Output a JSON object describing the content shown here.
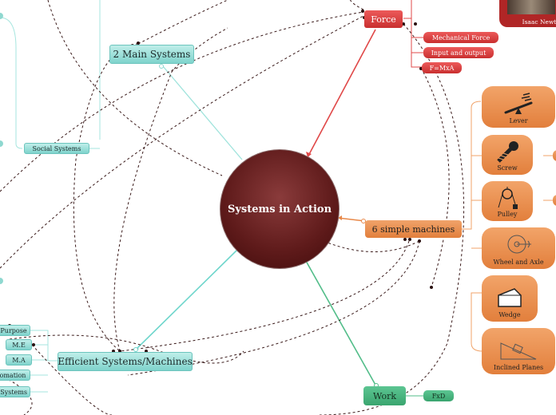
{
  "center": {
    "title": "Systems in Action"
  },
  "teal_nodes": {
    "main_systems": "2 Main Systems",
    "social_systems": "Social Systems",
    "efficient": "Efficient Systems/Machines",
    "purpose": "Purpose",
    "me": "M.E",
    "ma": "M.A",
    "automation": "omation",
    "systems": "'Systems"
  },
  "force": {
    "label": "Force",
    "children": [
      "Mechanical Force",
      "Input and output",
      "F=MxA"
    ],
    "photo_caption": "Isaac Newt"
  },
  "six_machines": {
    "label": "6 simple machines",
    "items": [
      {
        "label": "Lever",
        "icon": "lever-icon"
      },
      {
        "label": "Screw",
        "icon": "screw-icon"
      },
      {
        "label": "Pulley",
        "icon": "pulley-icon"
      },
      {
        "label": "Wheel and Axle",
        "icon": "wheel-axle-icon"
      },
      {
        "label": "Wedge",
        "icon": "wedge-icon"
      },
      {
        "label": "Inclined Planes",
        "icon": "inclined-plane-icon"
      }
    ]
  },
  "work": {
    "label": "Work",
    "child": "FxD"
  },
  "colors": {
    "center": "#5e1a1a",
    "teal": "#7fd3cc",
    "red": "#d93a3a",
    "orange": "#e8894a",
    "green": "#45b07a",
    "dashed": "#3a1a1a"
  }
}
